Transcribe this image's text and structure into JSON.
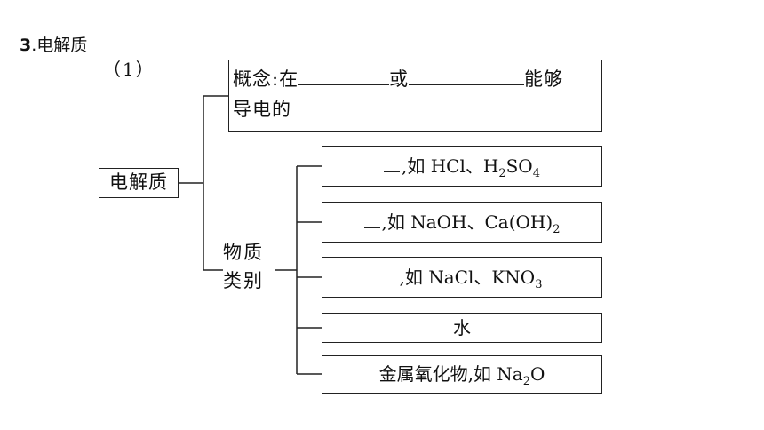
{
  "heading": {
    "number": "3",
    "text": ".电解质"
  },
  "sub_number": "（1）",
  "root_label": "电解质",
  "concept": {
    "line1_a": "概念:在",
    "line1_b": "或",
    "line1_c": "能够",
    "line2_a": "导电的"
  },
  "category_label_line1": "物质",
  "category_label_line2": "类别",
  "categories": [
    {
      "suffix": ",如 HCl、H",
      "sub1": "2",
      "mid": "SO",
      "sub2": "4",
      "tail": ""
    },
    {
      "suffix": ",如 NaOH、Ca(OH)",
      "sub1": "2",
      "mid": "",
      "sub2": "",
      "tail": ""
    },
    {
      "suffix": ",如 NaCl、KNO",
      "sub1": "3",
      "mid": "",
      "sub2": "",
      "tail": ""
    },
    {
      "text": "水"
    },
    {
      "suffix": "金属氧化物,如 Na",
      "sub1": "2",
      "mid": "O",
      "sub2": "",
      "tail": ""
    }
  ]
}
